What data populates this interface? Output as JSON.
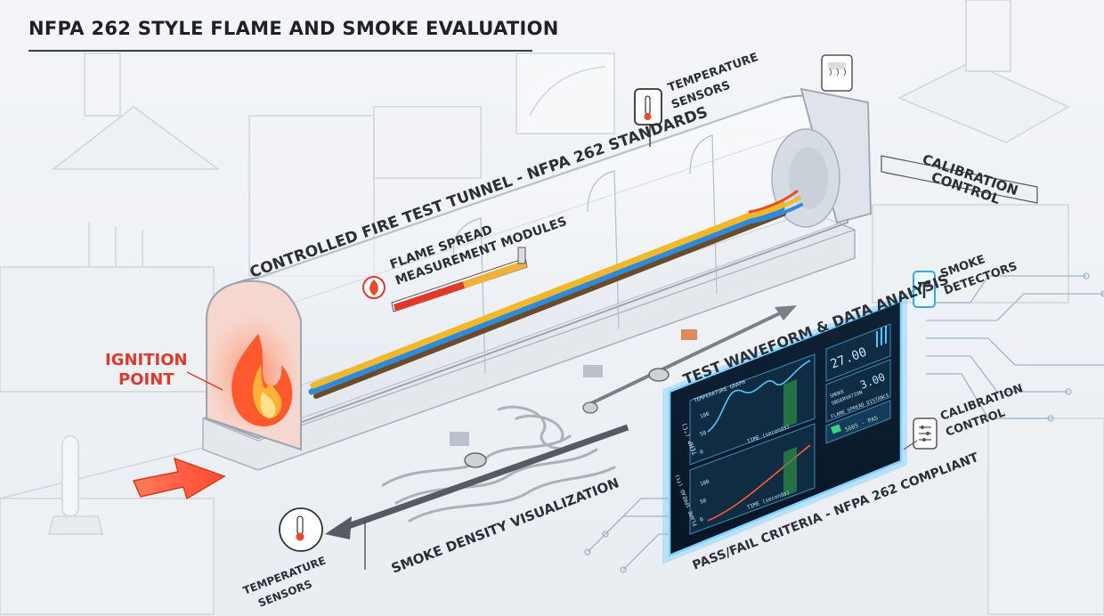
{
  "title": "NFPA 262 STYLE FLAME AND SMOKE EVALUATION",
  "labels": {
    "ignition_line1": "IGNITION",
    "ignition_line2": "POINT",
    "tunnel": "CONTROLLED FIRE TEST TUNNEL - NFPA 262 STANDARDS",
    "flame_spread_line1": "FLAME SPREAD",
    "flame_spread_line2": "MEASUREMENT MODULES",
    "temp_sensors_top_line1": "TEMPERATURE",
    "temp_sensors_top_line2": "SENSORS",
    "calibration_top_line1": "CALIBRATION",
    "calibration_top_line2": "CONTROL",
    "smoke_detectors_line1": "SMOKE",
    "smoke_detectors_line2": "DETECTORS",
    "test_waveform": "TEST WAVEFORM & DATA ANALYSIS",
    "calibration_right_line1": "CALIBRATION",
    "calibration_right_line2": "CONTROL",
    "pass_fail": "PASS/FAIL CRITERIA - NFPA 262 COMPLIANT",
    "smoke_density": "SMOKE DENSITY VISUALIZATION",
    "temp_sensors_bottom_line1": "TEMPERATURE",
    "temp_sensors_bottom_line2": "SENSORS"
  },
  "monitor": {
    "readout_1": "27.00",
    "readout_2_label_line1": "SMOKE",
    "readout_2_label_line2": "OBSERVATION",
    "readout_2": "3.00",
    "flame_spread_distance": "FLAME SPREAD DISTANCE",
    "pass_chip": "5605 - PAS",
    "graph_1_header": "TEMPERATURE GRAPH",
    "graph_1_ylabel": "TEMP (°C)",
    "graph_1_xlabel": "TIME (seconds)",
    "graph_1_ticks": [
      "100",
      "50",
      "0"
    ],
    "graph_2_ylabel": "FLAME SPREAD (ft)",
    "graph_2_xlabel": "TIME (seconds)",
    "graph_2_ticks": [
      "100",
      "50",
      "0"
    ]
  },
  "colors": {
    "flame_red": "#e03a2a",
    "cable_yellow": "#f2b829",
    "cable_blue": "#2c8be0",
    "screen_glow": "#5ec8ff"
  }
}
